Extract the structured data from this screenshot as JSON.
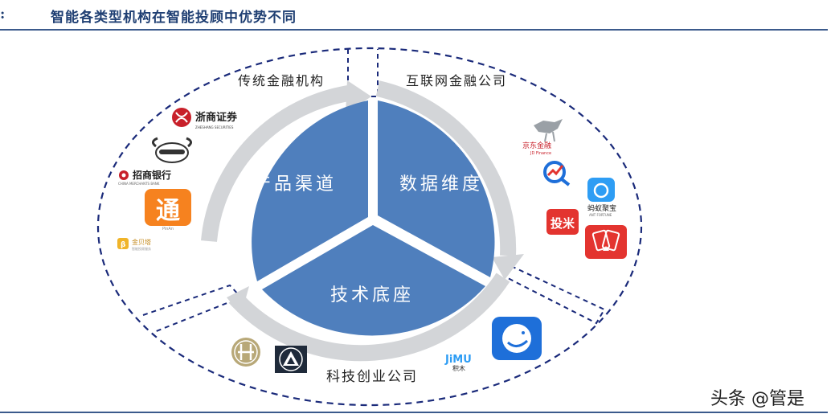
{
  "header": {
    "prefix": ":",
    "title": "智能各类型机构在智能投顾中优势不同"
  },
  "diagram": {
    "core": {
      "product": "产品渠道",
      "data": "数据维度",
      "tech": "技术底座"
    },
    "groups": {
      "traditional": "传统金融机构",
      "internet": "互联网金融公司",
      "fintech": "科技创业公司"
    },
    "logos": {
      "zheshang": "浙商证券",
      "zheshang_en": "ZHESHANG SECURITIES",
      "cmb": "招商银行",
      "cmb_en": "CHINA MERCHANTS BANK",
      "pingan": "通",
      "pingan_small": "PinAn",
      "jinbei": "金贝塔",
      "jinbei_small": "智能投顾服务",
      "jd": "京东金融",
      "jd_en": "JD Finance",
      "ant": "蚂蚁聚宝",
      "ant_en": "ANT FORTUNE",
      "toumi": "投米",
      "jimu": "JiMU",
      "jimu_cn": "积木"
    },
    "colors": {
      "sector": "#4f7fbd",
      "ring": "#d3d5d8",
      "dash": "#1a2a7a"
    }
  },
  "watermark": "头条 @管是"
}
